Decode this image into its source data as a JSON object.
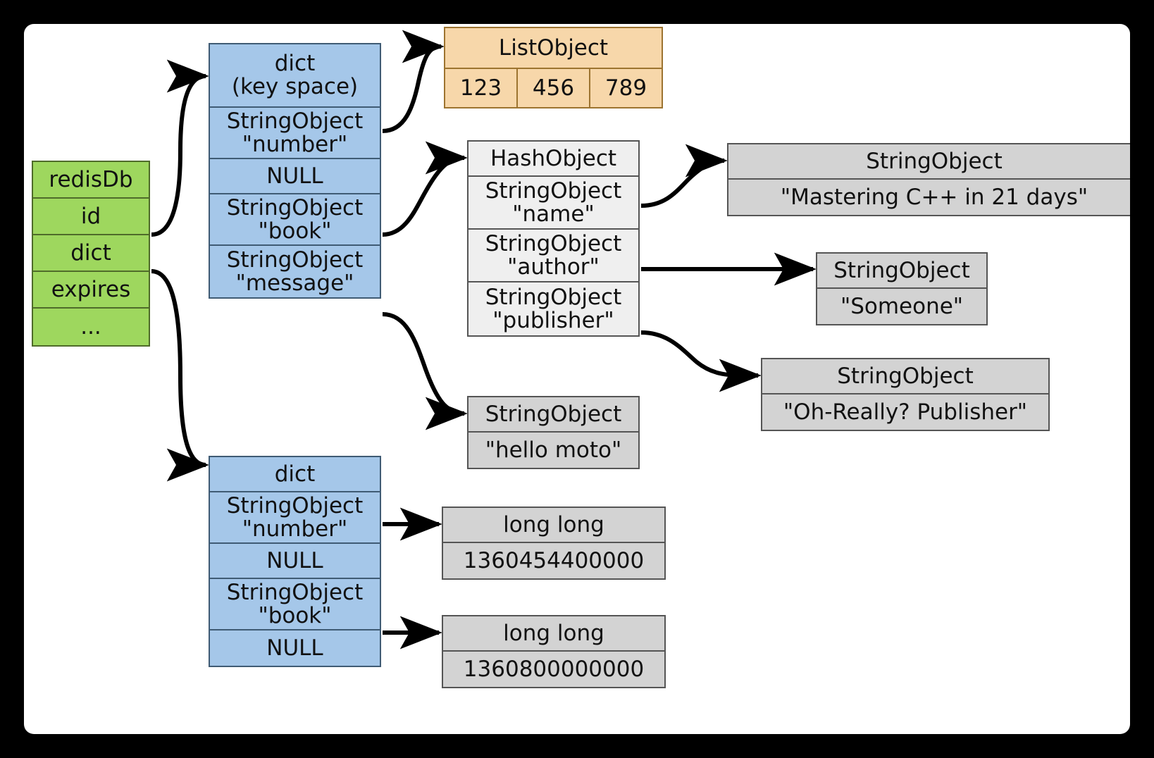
{
  "diagram": {
    "title": "Redis database object structure",
    "colors": {
      "redisdb": "#9ed75e",
      "dict": "#a5c7e9",
      "listobject": "#f7d7aa",
      "hashobject": "#efefef",
      "stringobject": "#d3d3d3",
      "canvas": "#ffffff",
      "frame": "#000000",
      "edge": "#000000"
    }
  },
  "redisdb": {
    "rows": [
      {
        "label": "redisDb"
      },
      {
        "label": "id"
      },
      {
        "label": "dict"
      },
      {
        "label": "expires"
      },
      {
        "label": "..."
      }
    ]
  },
  "keyspace_dict": {
    "rows": [
      {
        "label": "dict\n(key space)"
      },
      {
        "label": "StringObject\n\"number\""
      },
      {
        "label": "NULL"
      },
      {
        "label": "StringObject\n\"book\""
      },
      {
        "label": "StringObject\n\"message\""
      }
    ]
  },
  "list_object": {
    "header": "ListObject",
    "cells": [
      "123",
      "456",
      "789"
    ]
  },
  "hash_object": {
    "header": "HashObject",
    "rows": [
      {
        "label": "StringObject\n\"name\""
      },
      {
        "label": "StringObject\n\"author\""
      },
      {
        "label": "StringObject\n\"publisher\""
      }
    ]
  },
  "string_objects": {
    "name": {
      "header": "StringObject",
      "value": "\"Mastering C++ in 21 days\""
    },
    "author": {
      "header": "StringObject",
      "value": "\"Someone\""
    },
    "publisher": {
      "header": "StringObject",
      "value": "\"Oh-Really? Publisher\""
    },
    "message": {
      "header": "StringObject",
      "value": "\"hello moto\""
    }
  },
  "expires_dict": {
    "rows": [
      {
        "label": "dict"
      },
      {
        "label": "StringObject\n\"number\""
      },
      {
        "label": "NULL"
      },
      {
        "label": "StringObject\n\"book\""
      },
      {
        "label": "NULL"
      }
    ]
  },
  "long_longs": {
    "number": {
      "header": "long long",
      "value": "1360454400000"
    },
    "book": {
      "header": "long long",
      "value": "1360800000000"
    }
  }
}
